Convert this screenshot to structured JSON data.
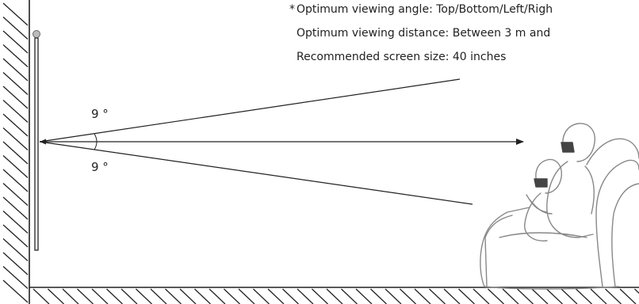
{
  "notes": {
    "marker": "*",
    "viewing_angle": "Optimum viewing angle: Top/Bottom/Left/Righ",
    "viewing_distance": "Optimum viewing distance: Between 3 m and",
    "screen_size": "Recommended screen size: 40 inches"
  },
  "angles": {
    "upper": "9 °",
    "lower": "9 °"
  },
  "colors": {
    "line": "#222222",
    "viewer_outline": "#888888",
    "knob": "#bbbbbb"
  }
}
